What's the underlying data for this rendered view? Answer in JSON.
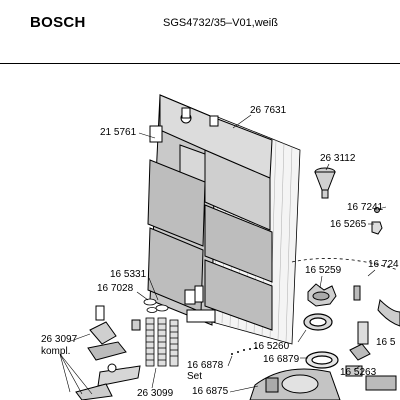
{
  "header": {
    "brand": "BOSCH",
    "model": "SGS4732/35–V01,weiß"
  },
  "parts": [
    {
      "id": "p-267631",
      "label": "26 7631"
    },
    {
      "id": "p-215761",
      "label": "21 5761"
    },
    {
      "id": "p-263112",
      "label": "26 3112"
    },
    {
      "id": "p-167241",
      "label": "16 7241"
    },
    {
      "id": "p-165265",
      "label": "16 5265"
    },
    {
      "id": "p-165331",
      "label": "16 5331"
    },
    {
      "id": "p-165259",
      "label": "16 5259"
    },
    {
      "id": "p-16724x",
      "label": "16 724"
    },
    {
      "id": "p-167028",
      "label": "16 7028"
    },
    {
      "id": "p-263097",
      "label": "26 3097"
    },
    {
      "id": "p-kompl",
      "label": "kompl."
    },
    {
      "id": "p-165260",
      "label": "16 5260"
    },
    {
      "id": "p-165x",
      "label": "16 5"
    },
    {
      "id": "p-166878",
      "label": "16 6878"
    },
    {
      "id": "p-set",
      "label": "Set"
    },
    {
      "id": "p-166879",
      "label": "16 6879"
    },
    {
      "id": "p-165263",
      "label": "16 5263"
    },
    {
      "id": "p-263099",
      "label": "26 3099"
    },
    {
      "id": "p-166875",
      "label": "16 6875"
    }
  ]
}
